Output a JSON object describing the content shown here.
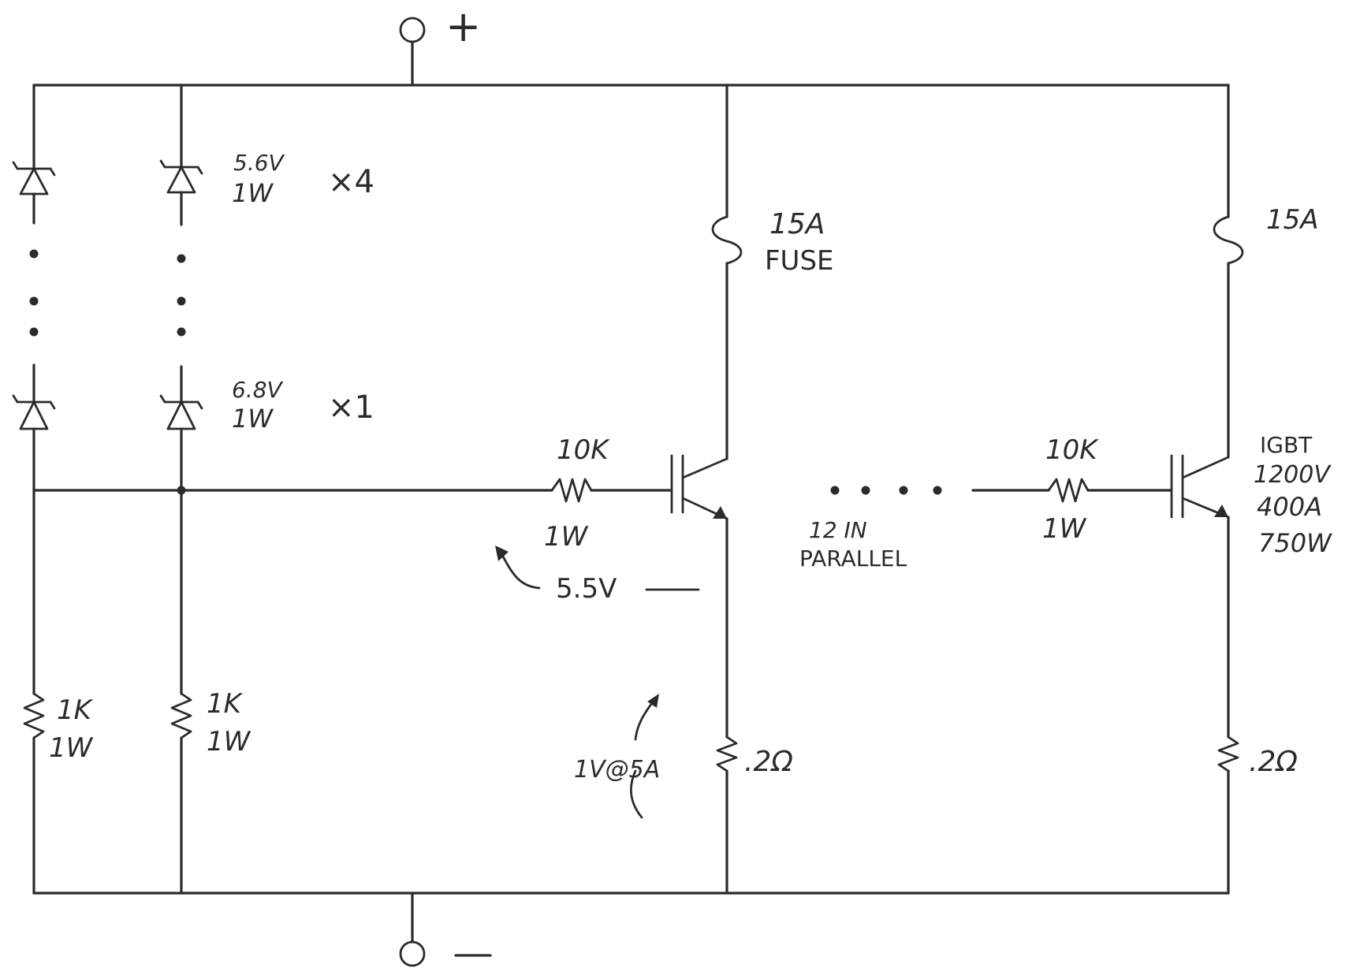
{
  "terminals": {
    "positive": "+",
    "negative": "—"
  },
  "zener_top": {
    "voltage": "5.6V",
    "power": "1W",
    "count": "×4"
  },
  "zener_bottom": {
    "voltage": "6.8V",
    "power": "1W",
    "count": "×1"
  },
  "pulldown_left": {
    "value": "1K",
    "power": "1W"
  },
  "pulldown_right": {
    "value": "1K",
    "power": "1W"
  },
  "fuse_main": {
    "rating": "15A",
    "name": "FUSE"
  },
  "fuse_far": {
    "rating": "15A"
  },
  "gate_resistor_main": {
    "value": "10K",
    "power": "1W"
  },
  "gate_resistor_far": {
    "value": "10K",
    "power": "1W"
  },
  "gate_voltage_note": "5.5V",
  "parallel_note": {
    "line1": "12 IN",
    "line2": "PARALLEL"
  },
  "igbt_spec": {
    "line1": "IGBT",
    "line2": "1200V",
    "line3": "400A",
    "line4": "750W"
  },
  "sense_resistor_main": ".2Ω",
  "sense_resistor_far": ".2Ω",
  "sense_note": "1V@5A"
}
